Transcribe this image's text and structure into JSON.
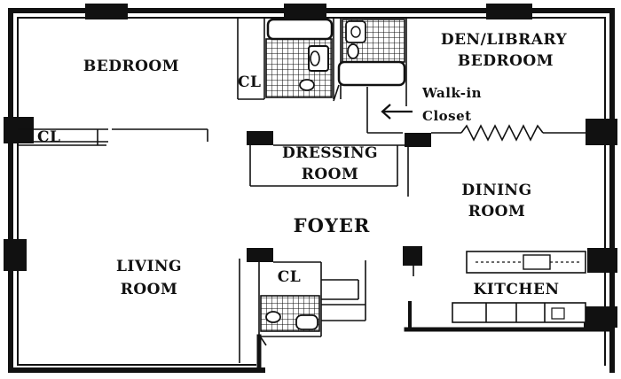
{
  "floor_plan": {
    "rooms": {
      "bedroom": "BEDROOM",
      "bedroom_closet": "CL",
      "den_line1": "DEN/LIBRARY",
      "den_line2": "BEDROOM",
      "walkin_line1": "Walk-in",
      "walkin_line2": "Closet",
      "living_closet": "CL",
      "dressing_line1": "DRESSING",
      "dressing_line2": "ROOM",
      "dining_line1": "DINING",
      "dining_line2": "ROOM",
      "foyer": "FOYER",
      "living_line1": "LIVING",
      "living_line2": "ROOM",
      "foyer_closet": "CL",
      "kitchen": "KITCHEN"
    },
    "colors": {
      "ink": "#111111",
      "background": "#ffffff"
    },
    "icons": [
      "arrow-left-icon",
      "bathtub-icon",
      "toilet-icon",
      "sink-icon",
      "range-icon"
    ]
  }
}
